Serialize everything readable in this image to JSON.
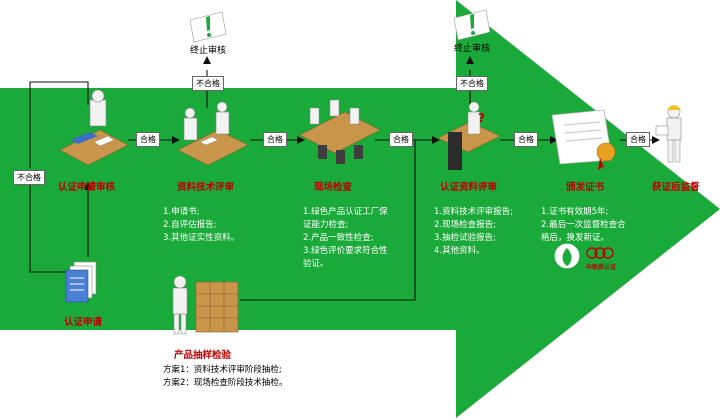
{
  "stages": {
    "review": "认证申请审核",
    "doc_review": "资料技术评审",
    "onsite": "现场检查",
    "cert_doc_review": "认证资料评审",
    "issue": "颁发证书",
    "supervision": "获证后监督",
    "apply": "认证申请",
    "sampling": "产品抽样检验"
  },
  "labels": {
    "pass": "合格",
    "fail": "不合格",
    "terminate": "终止审核"
  },
  "desc": {
    "doc_review": [
      "1.申请书;",
      "2.自评估报告;",
      "3.其他证实性资料。"
    ],
    "onsite": [
      "1.绿色产品认证工厂保",
      "证能力检查;",
      "2.产品一致性检查;",
      "3.绿色评价要求符合性",
      "验证。"
    ],
    "cert_doc_review": [
      "1.资料技术评审报告;",
      "2.现场检查报告;",
      "3.抽检试验报告;",
      "4.其他资料。"
    ],
    "issue": [
      "1.证书有效期5年;",
      "2.最后一次监督检查合",
      "格后，换发新证。"
    ],
    "sampling": [
      "方案1：资料技术评审阶段抽检;",
      "方案2：现场检查阶段技术抽检。"
    ]
  },
  "logos": {
    "cert_body": "中联质认证"
  },
  "colors": {
    "green": "#1aaa3a",
    "stage_title": "#c00000",
    "desk": "#c8954a"
  }
}
